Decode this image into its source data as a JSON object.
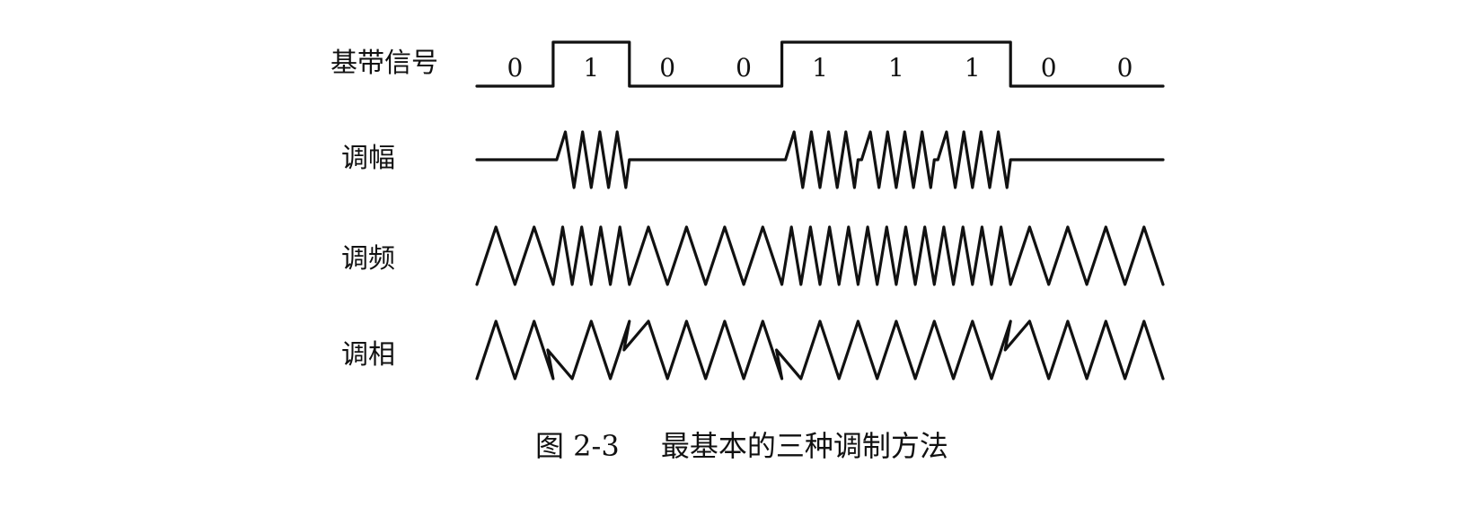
{
  "rows": [
    {
      "id": "baseband",
      "label": "基带信号"
    },
    {
      "id": "am",
      "label": "调幅"
    },
    {
      "id": "fm",
      "label": "调频"
    },
    {
      "id": "pm",
      "label": "调相"
    }
  ],
  "bits": [
    "0",
    "1",
    "0",
    "0",
    "1",
    "1",
    "1",
    "0",
    "0"
  ],
  "caption": {
    "number": "图 2-3",
    "title": "最基本的三种调制方法"
  }
}
